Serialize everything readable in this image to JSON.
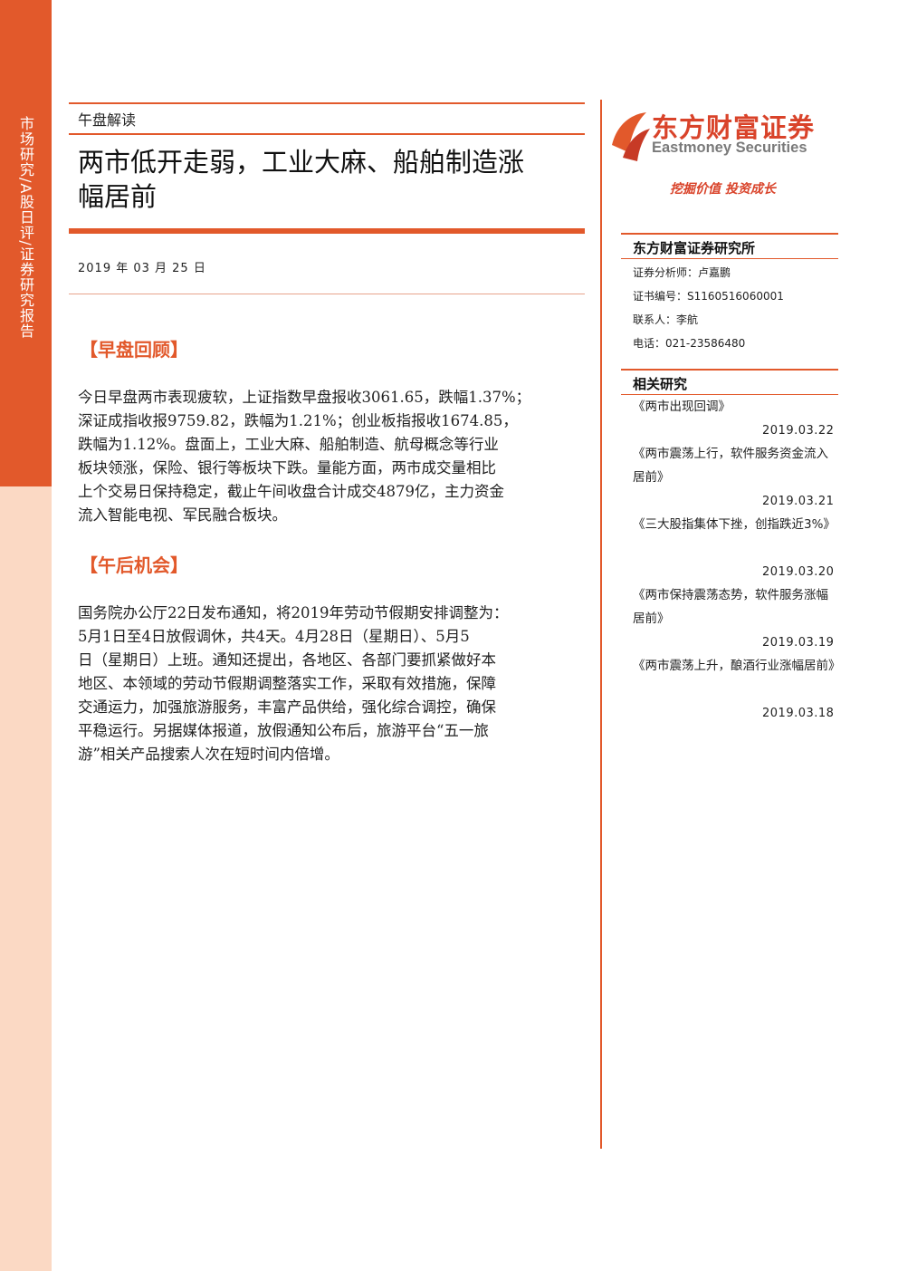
{
  "sidebar": {
    "text": "市场研究/A股日评/证券研究报告"
  },
  "header": {
    "category": "午盘解读",
    "title_line1": "两市低开走弱，工业大麻、船舶制造涨",
    "title_line2": "幅居前",
    "date": "2019 年 03 月 25 日"
  },
  "sections": [
    {
      "heading": "【早盘回顾】",
      "lines": [
        "今日早盘两市表现疲软，上证指数早盘报收3061.65，跌幅1.37%；",
        "深证成指收报9759.82，跌幅为1.21%；创业板指报收1674.85，",
        "跌幅为1.12%。盘面上，工业大麻、船舶制造、航母概念等行业",
        "板块领涨，保险、银行等板块下跌。量能方面，两市成交量相比",
        "上个交易日保持稳定，截止午间收盘合计成交4879亿，主力资金",
        "流入智能电视、军民融合板块。"
      ]
    },
    {
      "heading": "【午后机会】",
      "lines": [
        "国务院办公厅22日发布通知，将2019年劳动节假期安排调整为：",
        "5月1日至4日放假调休，共4天。4月28日（星期日）、5月5",
        "日（星期日）上班。通知还提出，各地区、各部门要抓紧做好本",
        "地区、本领域的劳动节假期调整落实工作，采取有效措施，保障",
        "交通运力，加强旅游服务，丰富产品供给，强化综合调控，确保",
        "平稳运行。另据媒体报道，放假通知公布后，旅游平台“五一旅",
        "游”相关产品搜索人次在短时间内倍增。"
      ]
    }
  ],
  "brand": {
    "name_cn": "东方财富证券",
    "name_en": "Eastmoney Securities",
    "slogan": "挖掘价值 投资成长",
    "color": "#e2592b"
  },
  "institute": {
    "name": "东方财富证券研究所",
    "analyst": "证券分析师：卢嘉鹏",
    "cert": "证书编号：S1160516060001",
    "contact": "联系人：李航",
    "phone": "电话：021-23586480"
  },
  "related": {
    "heading": "相关研究",
    "items": [
      {
        "title": "《两市出现回调》",
        "date": "2019.03.22"
      },
      {
        "title": "《两市震荡上行，软件服务资金流入居前》",
        "date": "2019.03.21"
      },
      {
        "title": "《三大股指集体下挫，创指跌近3%》",
        "date": "2019.03.20"
      },
      {
        "title": "《两市保持震荡态势，软件服务涨幅居前》",
        "date": "2019.03.19"
      },
      {
        "title": "《两市震荡上升，酿酒行业涨幅居前》",
        "date": "2019.03.18"
      }
    ]
  }
}
